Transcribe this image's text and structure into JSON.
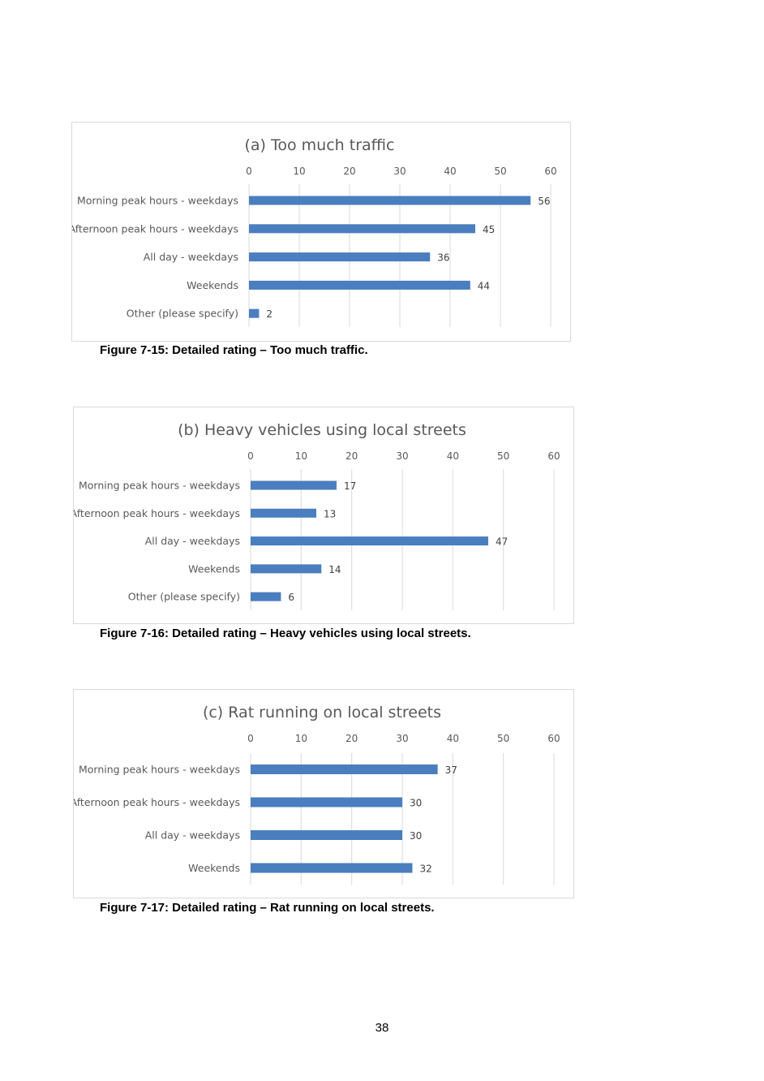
{
  "chart_data": [
    {
      "type": "bar",
      "orientation": "horizontal",
      "title": "(a) Too much traffic",
      "categories": [
        "Morning peak hours - weekdays",
        "Afternoon peak hours - weekdays",
        "All day - weekdays",
        "Weekends",
        "Other (please specify)"
      ],
      "values": [
        56,
        45,
        36,
        44,
        2
      ],
      "xlim": [
        0,
        60
      ],
      "xticks": [
        "0",
        "10",
        "20",
        "30",
        "40",
        "50",
        "60"
      ],
      "axis_position": "top",
      "grid": true,
      "bar_color": "#4a7ebf"
    },
    {
      "type": "bar",
      "orientation": "horizontal",
      "title": "(b) Heavy vehicles using local streets",
      "categories": [
        "Morning peak hours - weekdays",
        "Afternoon peak hours - weekdays",
        "All day - weekdays",
        "Weekends",
        "Other (please specify)"
      ],
      "values": [
        17,
        13,
        47,
        14,
        6
      ],
      "xlim": [
        0,
        60
      ],
      "xticks": [
        "0",
        "10",
        "20",
        "30",
        "40",
        "50",
        "60"
      ],
      "axis_position": "top",
      "grid": true,
      "bar_color": "#4a7ebf"
    },
    {
      "type": "bar",
      "orientation": "horizontal",
      "title": "(c) Rat running on local streets",
      "categories": [
        "Morning peak hours - weekdays",
        "Afternoon peak hours - weekdays",
        "All day - weekdays",
        "Weekends"
      ],
      "values": [
        37,
        30,
        30,
        32
      ],
      "xlim": [
        0,
        60
      ],
      "xticks": [
        "0",
        "10",
        "20",
        "30",
        "40",
        "50",
        "60"
      ],
      "axis_position": "top",
      "grid": true,
      "bar_color": "#4a7ebf"
    }
  ],
  "captions": [
    "Figure 7-15: Detailed rating – Too much traffic.",
    "Figure 7-16: Detailed rating – Heavy vehicles using local streets.",
    "Figure 7-17: Detailed rating – Rat running on local streets."
  ],
  "page_number": "38"
}
